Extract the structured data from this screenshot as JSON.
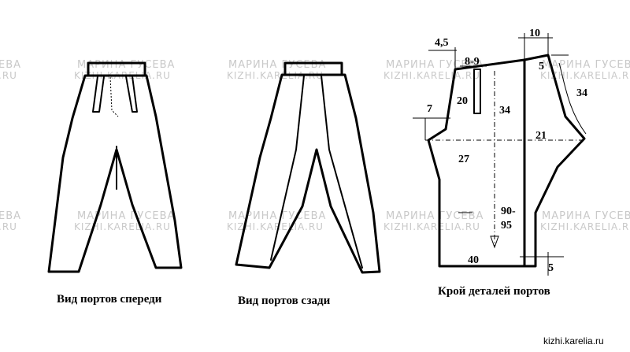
{
  "watermark": {
    "author": "МАРИНА ГУСЕВА",
    "site": "KIZHI.KARELIA.RU",
    "author_short": "ЕВА",
    "site_short": ".RU"
  },
  "captions": {
    "front": "Вид портов спереди",
    "back": "Вид портов сзади",
    "pattern": "Крой деталей портов"
  },
  "measurements": {
    "m_4_5": "4,5",
    "m_10": "10",
    "m_8_9": "8-9",
    "m_5_top": "5",
    "m_34_right": "34",
    "m_20": "20",
    "m_34_center": "34",
    "m_7": "7",
    "m_21": "21",
    "m_27": "27",
    "m_90": "90-",
    "m_95": "95",
    "m_40": "40",
    "m_5_bottom": "5"
  },
  "footer": {
    "site": "kizhi.karelia.ru"
  }
}
